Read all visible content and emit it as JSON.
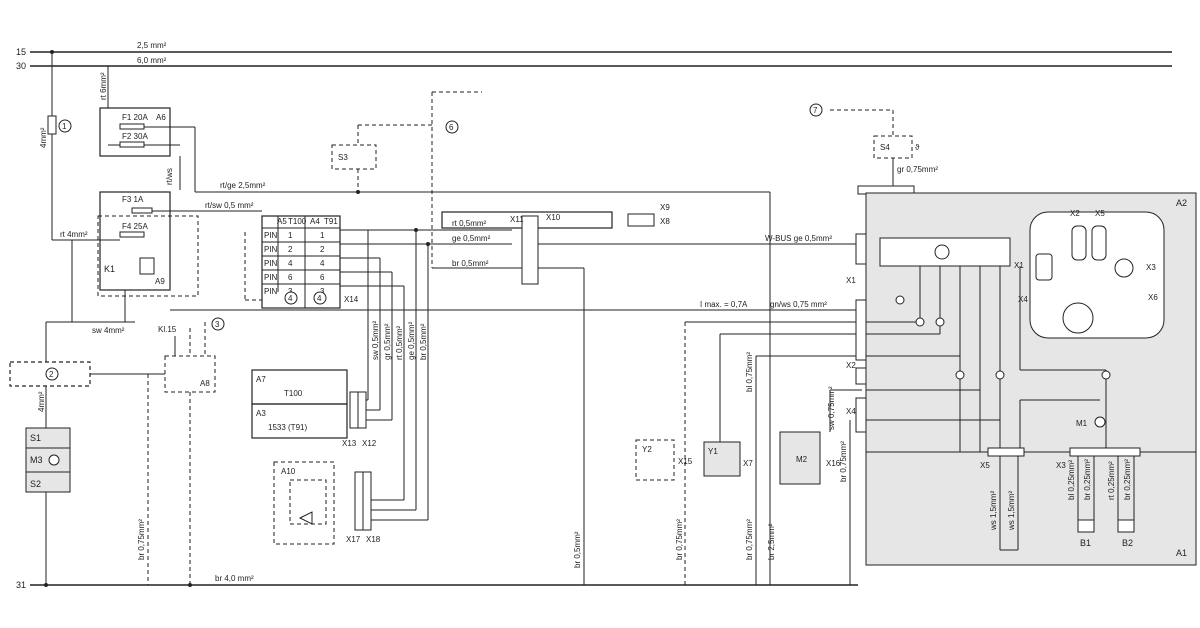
{
  "rails": {
    "r15": "15",
    "r30": "30",
    "r31": "31",
    "r15_size": "2,5 mm²",
    "r30_size": "6,0 mm²",
    "r31_size": "br 4,0 mm²"
  },
  "fuses": {
    "f1": "F1 20A",
    "f2": "F2 30A",
    "f3": "F3 1A",
    "f4": "F4 25A",
    "a6": "A6",
    "a9": "A9",
    "k1": "K1"
  },
  "callouts": {
    "c1": "1",
    "c2": "2",
    "c3": "3",
    "c4a": "4",
    "c4b": "4",
    "c6": "6",
    "c7": "7"
  },
  "labels": {
    "rt6": "rt 6mm²",
    "rtws": "rt/ws",
    "fourmm": "4mm²",
    "rtge25": "rt/ge 2,5mm²",
    "rtsw05": "rt/sw 0,5 mm²",
    "rt4": "rt 4mm²",
    "sw4": "sw 4mm²",
    "kl15": "Kl.15",
    "fourmm_left": "4mm²",
    "br075_left": "br 0,75mm²",
    "rt05": "rt 0,5mm²",
    "ge05": "ge 0,5mm²",
    "br05": "br 0,5mm²",
    "wbus": "W-BUS ge 0,5mm²",
    "imax": "I max. = 0,7A",
    "gnws": "gn/ws 0,75 mm²",
    "gr075": "gr 0,75mm²",
    "bl075": "bl 0,75mm²",
    "sw075": "sw 0,75mm²",
    "br075": "br 0,75mm²",
    "br05v": "br 0,5mm²",
    "br075a": "br 0,75mm²",
    "br075b": "br 0,75mm²",
    "br25": "br 2,5mm²",
    "ws15a": "ws 1,5mm²",
    "ws15b": "ws 1,5mm²",
    "bl025": "bl 0,25mm²",
    "br025a": "br 0,25mm²",
    "rt025": "rt 0,25mm²",
    "br025b": "br 0,25mm²",
    "vw_sw": "sw 0,5mm²",
    "vw_gr": "gr 0,5mm²",
    "vw_rt": "rt 0,5mm²",
    "vw_ge": "ge 0,5mm²",
    "vw_br": "br 0,5mm²"
  },
  "pin_table": {
    "head_a5": "A5",
    "head_t100": "T100",
    "head_a4": "A4",
    "head_t91": "T91",
    "rows": [
      {
        "label": "PIN",
        "a": "1",
        "b": "1"
      },
      {
        "label": "PIN",
        "a": "2",
        "b": "2"
      },
      {
        "label": "PIN",
        "a": "4",
        "b": "4"
      },
      {
        "label": "PIN",
        "a": "6",
        "b": "6"
      },
      {
        "label": "PIN",
        "a": "3",
        "b": "3"
      }
    ]
  },
  "components": {
    "S1": "S1",
    "S2": "S2",
    "M3": "M3",
    "S3": "S3",
    "S4": "S4",
    "A7": "A7",
    "A3": "A3",
    "A7_text": "T100",
    "A3_text": "1533 (T91)",
    "A8": "A8",
    "A10": "A10",
    "Y2": "Y2",
    "Y1": "Y1",
    "M2": "M2",
    "M1": "M1",
    "A1": "A1",
    "A2": "A2",
    "B1": "B1",
    "B2": "B2"
  },
  "connectors": {
    "X1": "X1",
    "X1b": "X1",
    "X2": "X2",
    "X2b": "X2",
    "X3": "X3",
    "X3b": "X3",
    "X4": "X4",
    "X4b": "X4",
    "X5": "X5",
    "X5b": "X5",
    "X6": "X6",
    "X7": "X7",
    "X8": "X8",
    "X9": "X9",
    "X10": "X10",
    "X11": "X11",
    "X12": "X12",
    "X13": "X13",
    "X14": "X14",
    "X15": "X15",
    "X16": "X16",
    "X17": "X17",
    "X18": "X18"
  }
}
